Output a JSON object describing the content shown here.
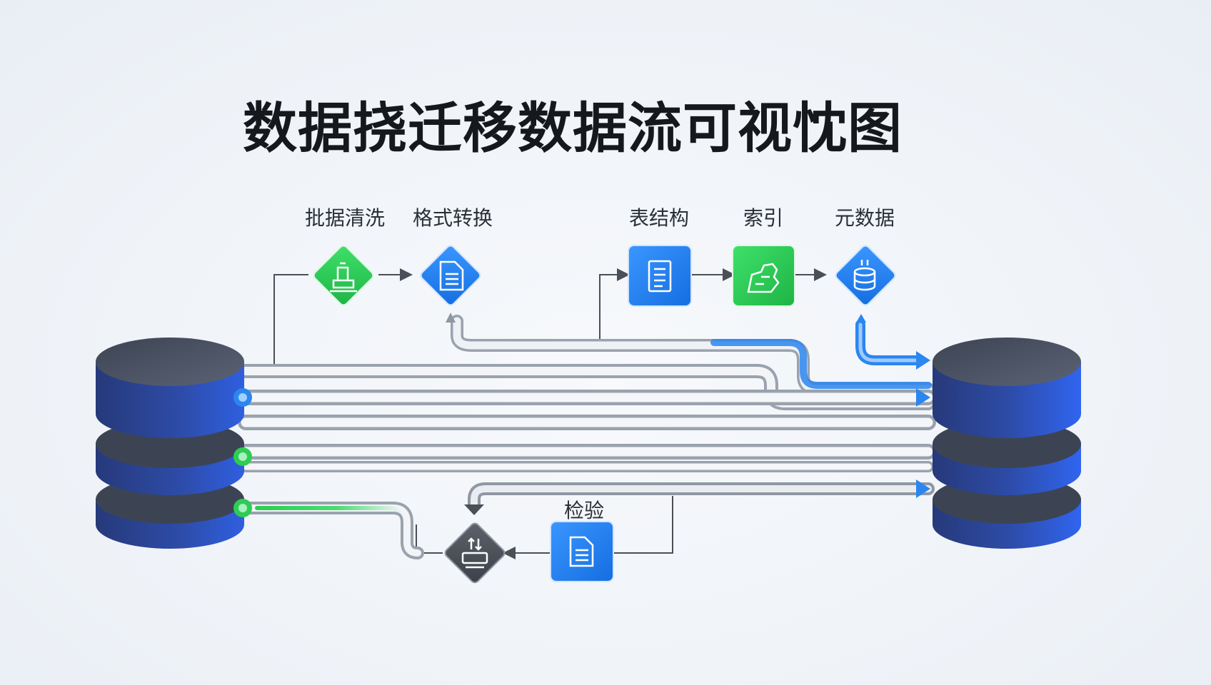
{
  "title": "数据挠迁移数据流可视忱图",
  "steps": {
    "cleanse": "批据清洗",
    "format": "格式转换",
    "schema": "表结构",
    "index": "索引",
    "metadata": "元数据",
    "verify": "检验"
  },
  "colors": {
    "blue": "#1f7be8",
    "green": "#2ecc55",
    "dark": "#4b4f57",
    "db_top": "#4a5263",
    "db_body": "#2f4fb0"
  }
}
